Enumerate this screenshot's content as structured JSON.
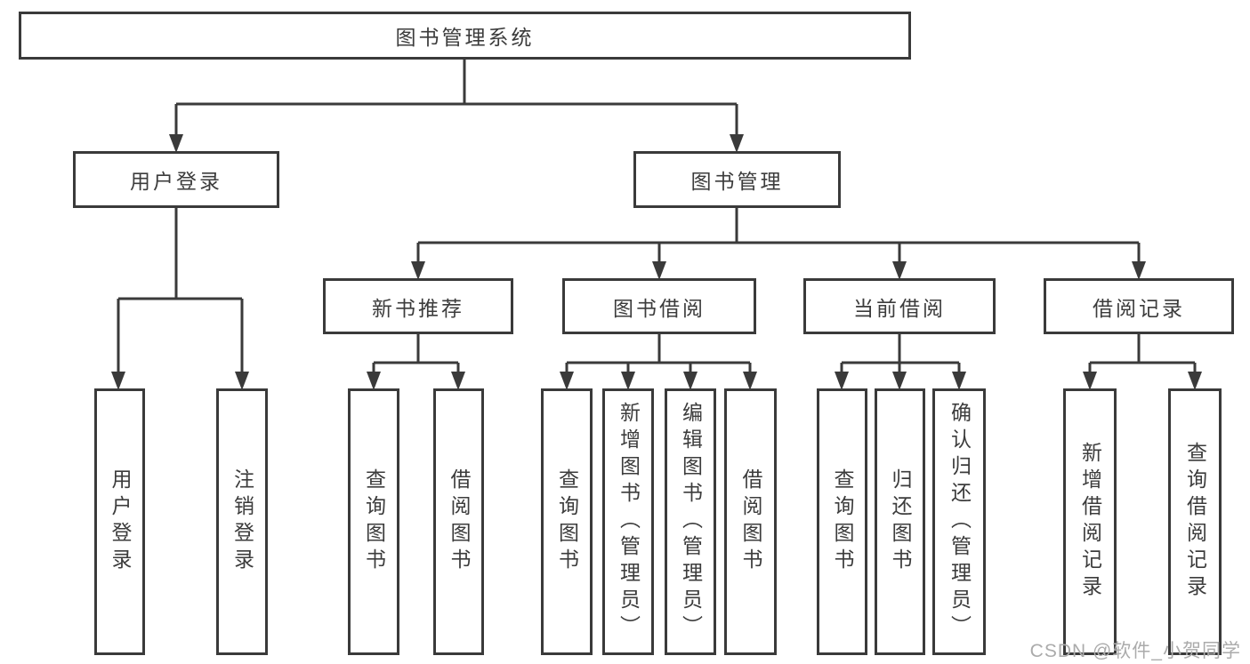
{
  "tree": {
    "root": {
      "label": "图书管理系统"
    },
    "level2": [
      {
        "label": "用户登录"
      },
      {
        "label": "图书管理"
      }
    ],
    "level3": [
      {
        "label": "新书推荐"
      },
      {
        "label": "图书借阅"
      },
      {
        "label": "当前借阅"
      },
      {
        "label": "借阅记录"
      }
    ],
    "leaves": [
      {
        "label": "用户登录",
        "parent": "用户登录"
      },
      {
        "label": "注销登录",
        "parent": "用户登录"
      },
      {
        "label": "查询图书",
        "parent": "新书推荐"
      },
      {
        "label": "借阅图书",
        "parent": "新书推荐"
      },
      {
        "label": "查询图书",
        "parent": "图书借阅"
      },
      {
        "label": "新增图书（管理员）",
        "parent": "图书借阅"
      },
      {
        "label": "编辑图书（管理员）",
        "parent": "图书借阅"
      },
      {
        "label": "借阅图书",
        "parent": "图书借阅"
      },
      {
        "label": "查询图书",
        "parent": "当前借阅"
      },
      {
        "label": "归还图书",
        "parent": "当前借阅"
      },
      {
        "label": "确认归还（管理员）",
        "parent": "当前借阅"
      },
      {
        "label": "新增借阅记录",
        "parent": "借阅记录"
      },
      {
        "label": "查询借阅记录",
        "parent": "借阅记录"
      }
    ]
  },
  "watermark": "CSDN @软件_小贺同学",
  "colors": {
    "line": "#3a3a3a",
    "text": "#3c3c3c",
    "watermark": "#ababab",
    "background": "#ffffff"
  }
}
